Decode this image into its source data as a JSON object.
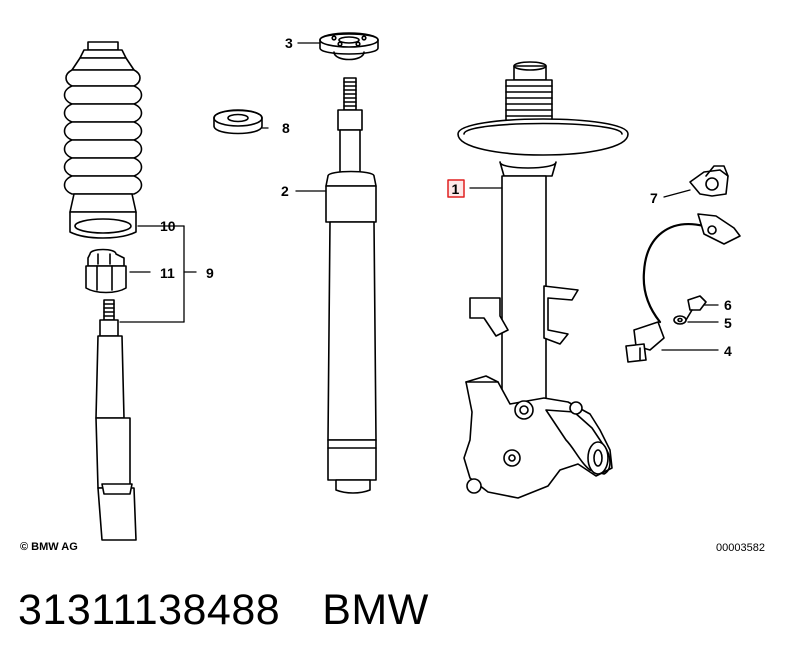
{
  "diagram": {
    "callouts": {
      "c1": "1",
      "c2": "2",
      "c3": "3",
      "c4": "4",
      "c5": "5",
      "c6": "6",
      "c7": "7",
      "c8": "8",
      "c9": "9",
      "c10": "10",
      "c11": "11"
    },
    "highlighted_callout": "1",
    "highlight_color": "#e02020",
    "copyright": "© BMW AG",
    "image_number": "00003582"
  },
  "caption": {
    "part_number": "31311138488",
    "brand": "BMW"
  }
}
